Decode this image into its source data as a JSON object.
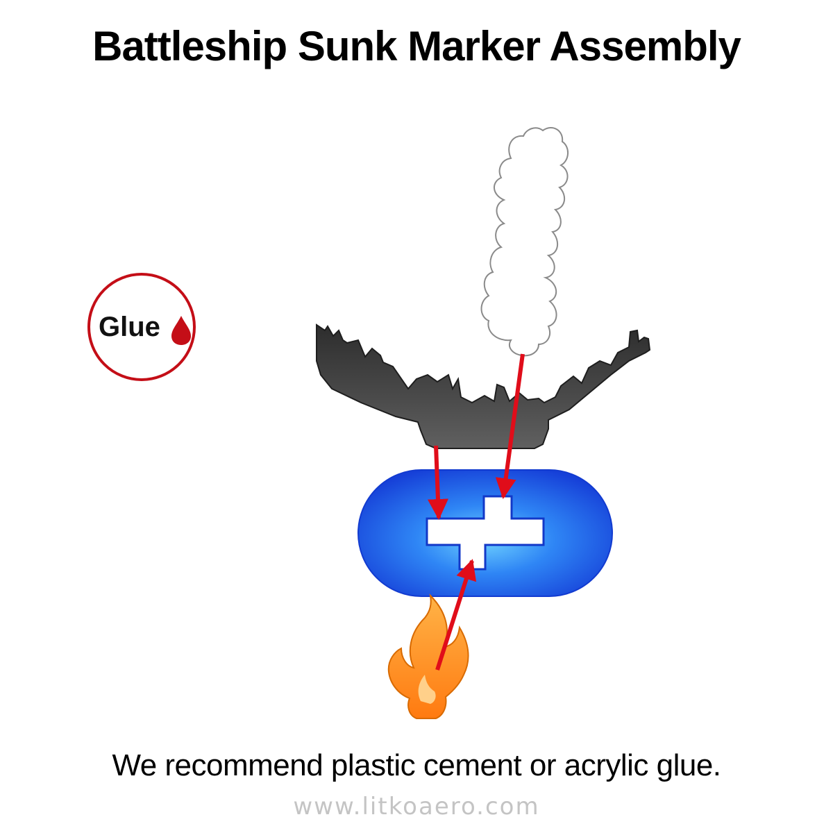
{
  "title": "Battleship Sunk Marker Assembly",
  "glue_badge": {
    "label": "Glue",
    "icon": "glue-drop-icon",
    "color": "#c40e17"
  },
  "parts": [
    {
      "name": "smoke-plume",
      "icon": "smoke-cloud-icon",
      "color": "#ffffff"
    },
    {
      "name": "sunk-ship-hull",
      "icon": "broken-hull-icon",
      "color": "#3f3f3f"
    },
    {
      "name": "marker-base",
      "icon": "capsule-base-icon",
      "color": "#1c5de8"
    },
    {
      "name": "fire",
      "icon": "flame-icon",
      "color": "#ff8a1c"
    }
  ],
  "arrow_color": "#e00d1a",
  "footer_note": "We recommend plastic cement or acrylic glue.",
  "website": "www.litkoaero.com"
}
